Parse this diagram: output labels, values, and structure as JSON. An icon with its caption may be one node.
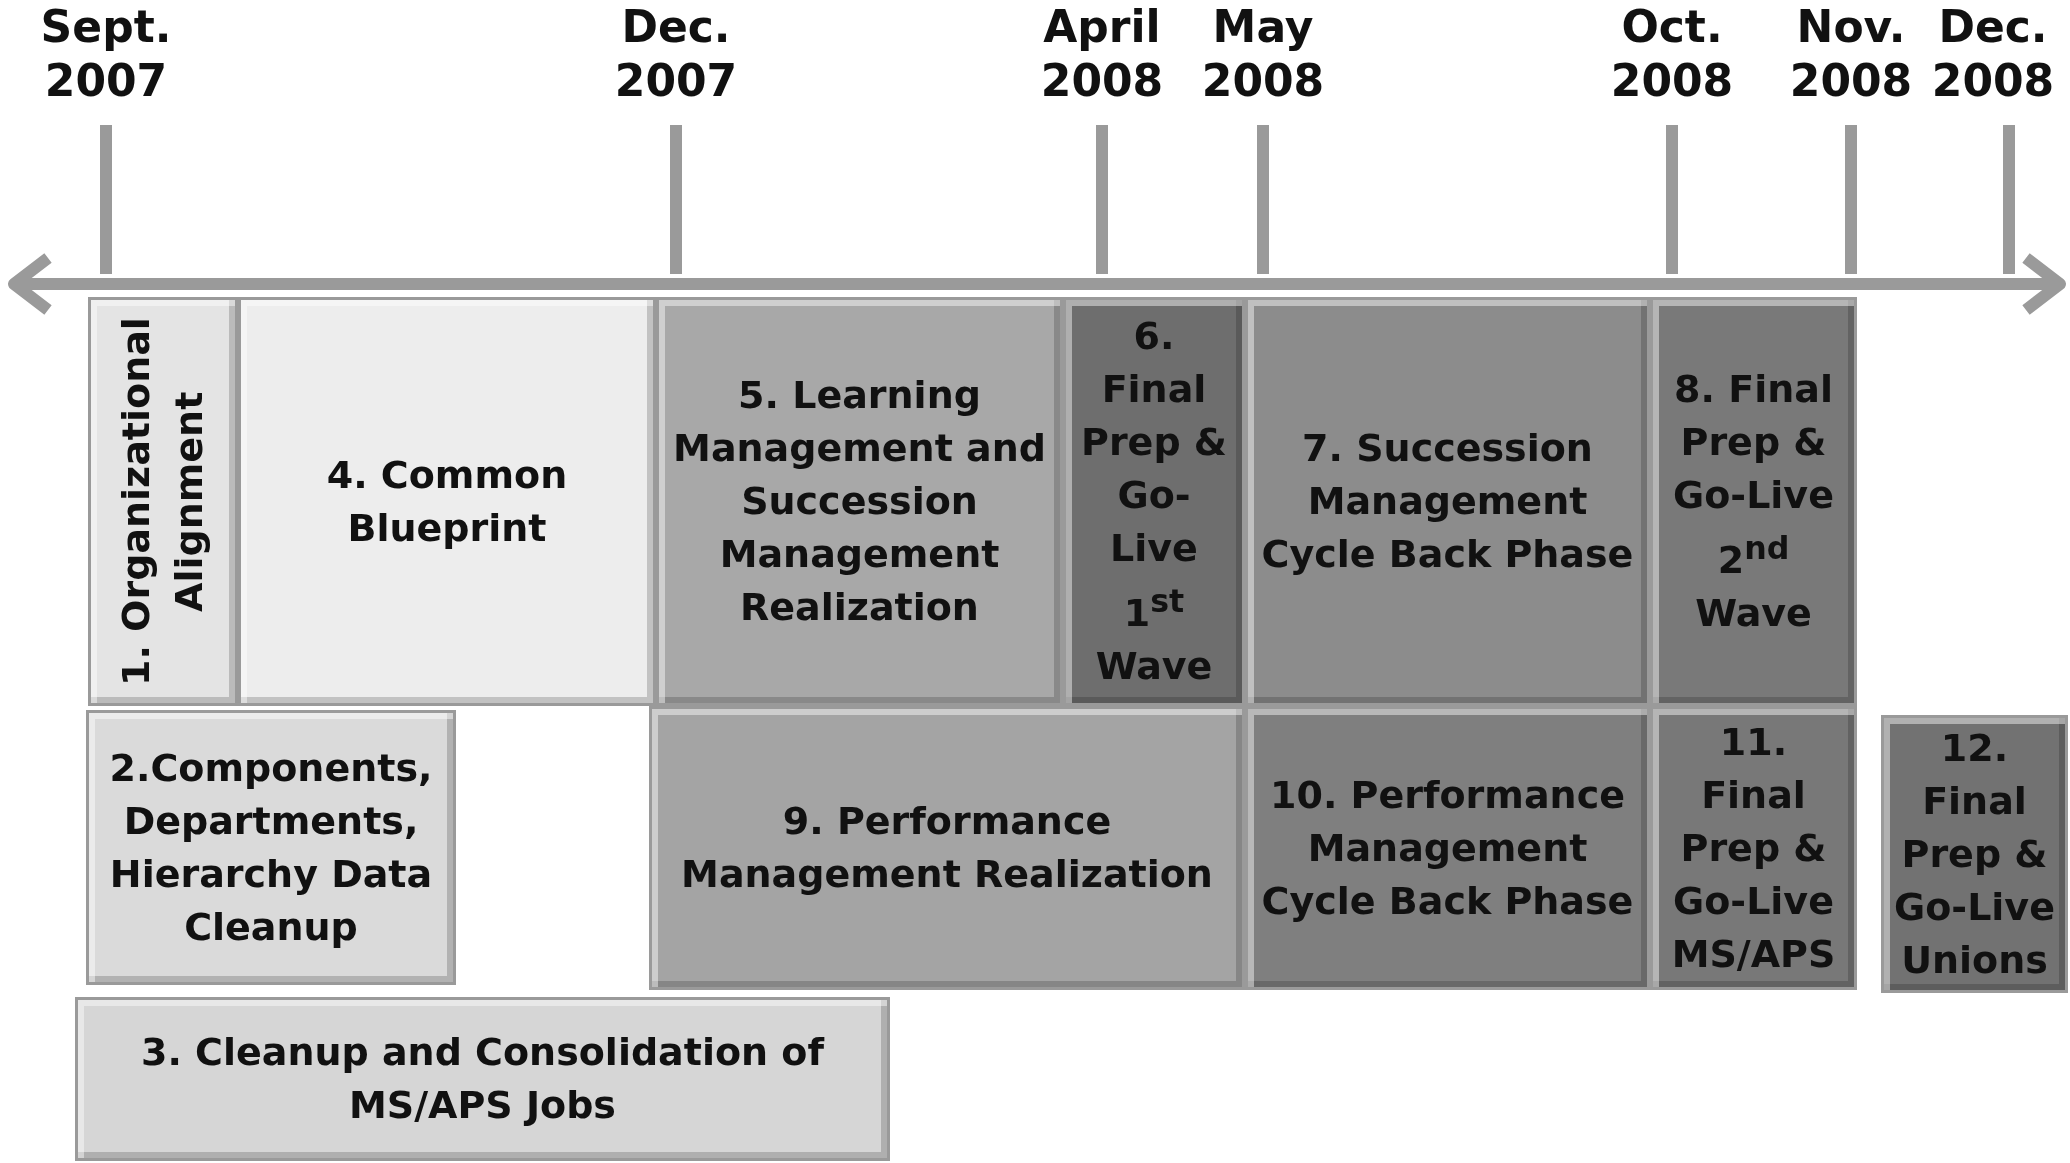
{
  "diagram": {
    "nodes": [
      {
        "text": [
          "1. Organizational Alignment"
        ]
      },
      {
        "text": [
          "4. Common Blueprint"
        ]
      },
      {
        "text": [
          "5. Learning Management and Succession Management Realization"
        ]
      },
      {
        "text": [
          "6. Final Prep & Go-Live 1$^{st}$ Wave"
        ]
      },
      {
        "text": [
          "7. Succession Management Cycle Back Phase"
        ]
      },
      {
        "text": [
          "8. Final Prep & Go-Live 2$^{nd}$ Wave"
        ]
      },
      {
        "text": [
          "2.Components, Departments, Hierarchy Data Cleanup"
        ]
      },
      {
        "text": [
          "9. Performance Management Realization"
        ]
      },
      {
        "text": [
          "10. Performance Management Cycle Back Phase"
        ]
      },
      {
        "text": [
          "11. Final Prep & Go-Live MS/APS"
        ]
      },
      {
        "text": [
          "12. Final Prep & Go-Live Unions"
        ]
      },
      {
        "text": [
          "3. Cleanup and Consolidation of MS/APS Jobs"
        ]
      }
    ],
    "labels": [
      "Sept. 2007",
      "Dec. 2007",
      "April 2008",
      "May 2008",
      "Oct. 2008",
      "Nov. 2008",
      "Dec. 2008"
    ]
  }
}
